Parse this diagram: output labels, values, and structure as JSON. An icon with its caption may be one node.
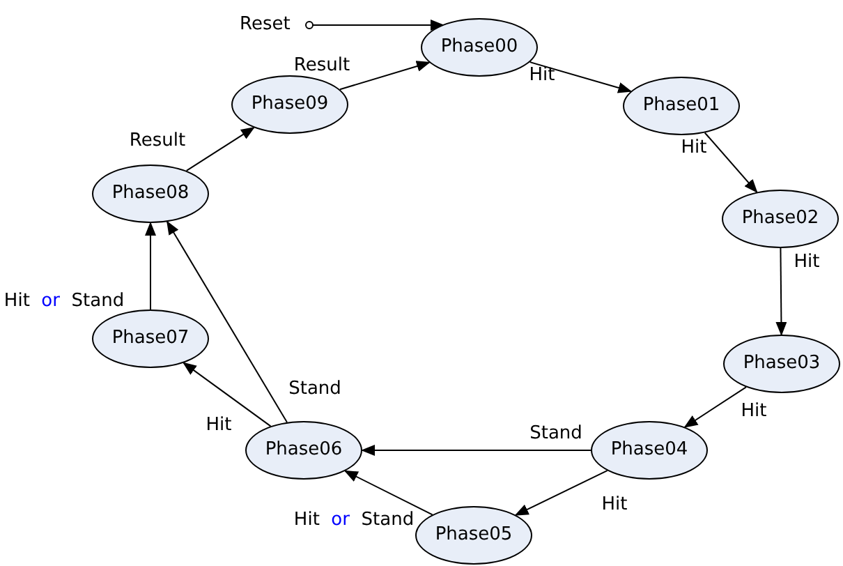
{
  "diagram": {
    "nodes": [
      {
        "text": [
          "Reset"
        ]
      },
      {
        "text": [
          "Phase00"
        ]
      },
      {
        "text": [
          "Phase01"
        ]
      },
      {
        "text": [
          "Phase02"
        ]
      },
      {
        "text": [
          "Phase03"
        ]
      },
      {
        "text": [
          "Phase04"
        ]
      },
      {
        "text": [
          "Phase05"
        ]
      },
      {
        "text": [
          "Phase06"
        ]
      },
      {
        "text": [
          "Phase07"
        ]
      },
      {
        "text": [
          "Phase08"
        ]
      },
      {
        "text": [
          "Phase09"
        ]
      }
    ],
    "edges": [
      {
        "from": 0,
        "to": 1,
        "arrow": "to"
      },
      {
        "from": 1,
        "to": 2,
        "arrow": "to",
        "label": "Hit"
      },
      {
        "from": 2,
        "to": 3,
        "arrow": "to",
        "label": "Hit"
      },
      {
        "from": 3,
        "to": 4,
        "arrow": "to",
        "label": "Hit"
      },
      {
        "from": 4,
        "to": 5,
        "arrow": "to",
        "label": "Hit"
      },
      {
        "from": 5,
        "to": 7,
        "arrow": "to",
        "label": "Stand"
      },
      {
        "from": 5,
        "to": 6,
        "arrow": "to",
        "label": "Hit"
      },
      {
        "from": 6,
        "to": 7,
        "arrow": "to",
        "label": "Hit or Stand"
      },
      {
        "from": 7,
        "to": 8,
        "arrow": "to",
        "label": "Hit"
      },
      {
        "from": 7,
        "to": 9,
        "arrow": "to",
        "label": "Stand"
      },
      {
        "from": 8,
        "to": 9,
        "arrow": "to",
        "label": "Hit or Stand"
      },
      {
        "from": 9,
        "to": 10,
        "arrow": "to",
        "label": "Result"
      },
      {
        "from": 10,
        "to": 1,
        "arrow": "to",
        "label": "Result"
      }
    ]
  }
}
